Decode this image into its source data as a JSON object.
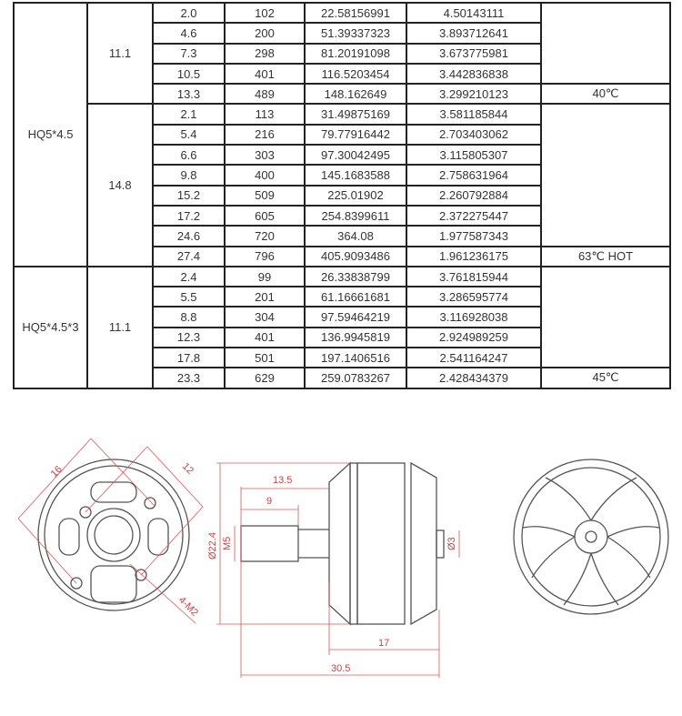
{
  "table": {
    "groups": [
      {
        "model": "HQ5*4.5",
        "voltages": [
          {
            "voltage": "11.1",
            "rows": [
              [
                "2.0",
                "102",
                "22.58156991",
                "4.50143111"
              ],
              [
                "4.6",
                "200",
                "51.39337323",
                "3.893712641"
              ],
              [
                "7.3",
                "298",
                "81.20191098",
                "3.673775981"
              ],
              [
                "10.5",
                "401",
                "116.5203454",
                "3.442836838"
              ],
              [
                "13.3",
                "489",
                "148.162649",
                "3.299210123"
              ]
            ],
            "temperature": "40℃"
          },
          {
            "voltage": "14.8",
            "rows": [
              [
                "2.1",
                "113",
                "31.49875169",
                "3.581185844"
              ],
              [
                "5.4",
                "216",
                "79.77916442",
                "2.703403062"
              ],
              [
                "6.6",
                "303",
                "97.30042495",
                "3.115805307"
              ],
              [
                "9.8",
                "400",
                "145.1683588",
                "2.758631964"
              ],
              [
                "15.2",
                "509",
                "225.01902",
                "2.260792884"
              ],
              [
                "17.2",
                "605",
                "254.8399611",
                "2.372275447"
              ],
              [
                "24.6",
                "720",
                "364.08",
                "1.977587343"
              ],
              [
                "27.4",
                "796",
                "405.9093486",
                "1.961236175"
              ]
            ],
            "temperature": "63℃ HOT"
          }
        ]
      },
      {
        "model": "HQ5*4.5*3",
        "voltages": [
          {
            "voltage": "11.1",
            "rows": [
              [
                "2.4",
                "99",
                "26.33838799",
                "3.761815944"
              ],
              [
                "5.5",
                "201",
                "61.16661681",
                "3.286595774"
              ],
              [
                "8.8",
                "304",
                "97.59464219",
                "3.116928038"
              ],
              [
                "12.3",
                "401",
                "136.9945819",
                "2.924989259"
              ],
              [
                "17.8",
                "501",
                "197.1406516",
                "2.541164247"
              ],
              [
                "23.3",
                "629",
                "259.0783267",
                "2.428434379"
              ]
            ],
            "temperature": "45℃"
          }
        ]
      }
    ]
  },
  "drawing": {
    "front": {
      "dim_16": "16",
      "dim_12": "12",
      "dim_holes": "4-M2"
    },
    "side": {
      "dim_13_5": "13.5",
      "dim_9": "9",
      "dim_diameter": "Ø22.4",
      "dim_thread": "M5",
      "dim_shaft": "Ø3",
      "dim_17": "17",
      "dim_30_5": "30.5"
    },
    "colors": {
      "dimension": "#e05555",
      "outline": "#555555"
    }
  }
}
